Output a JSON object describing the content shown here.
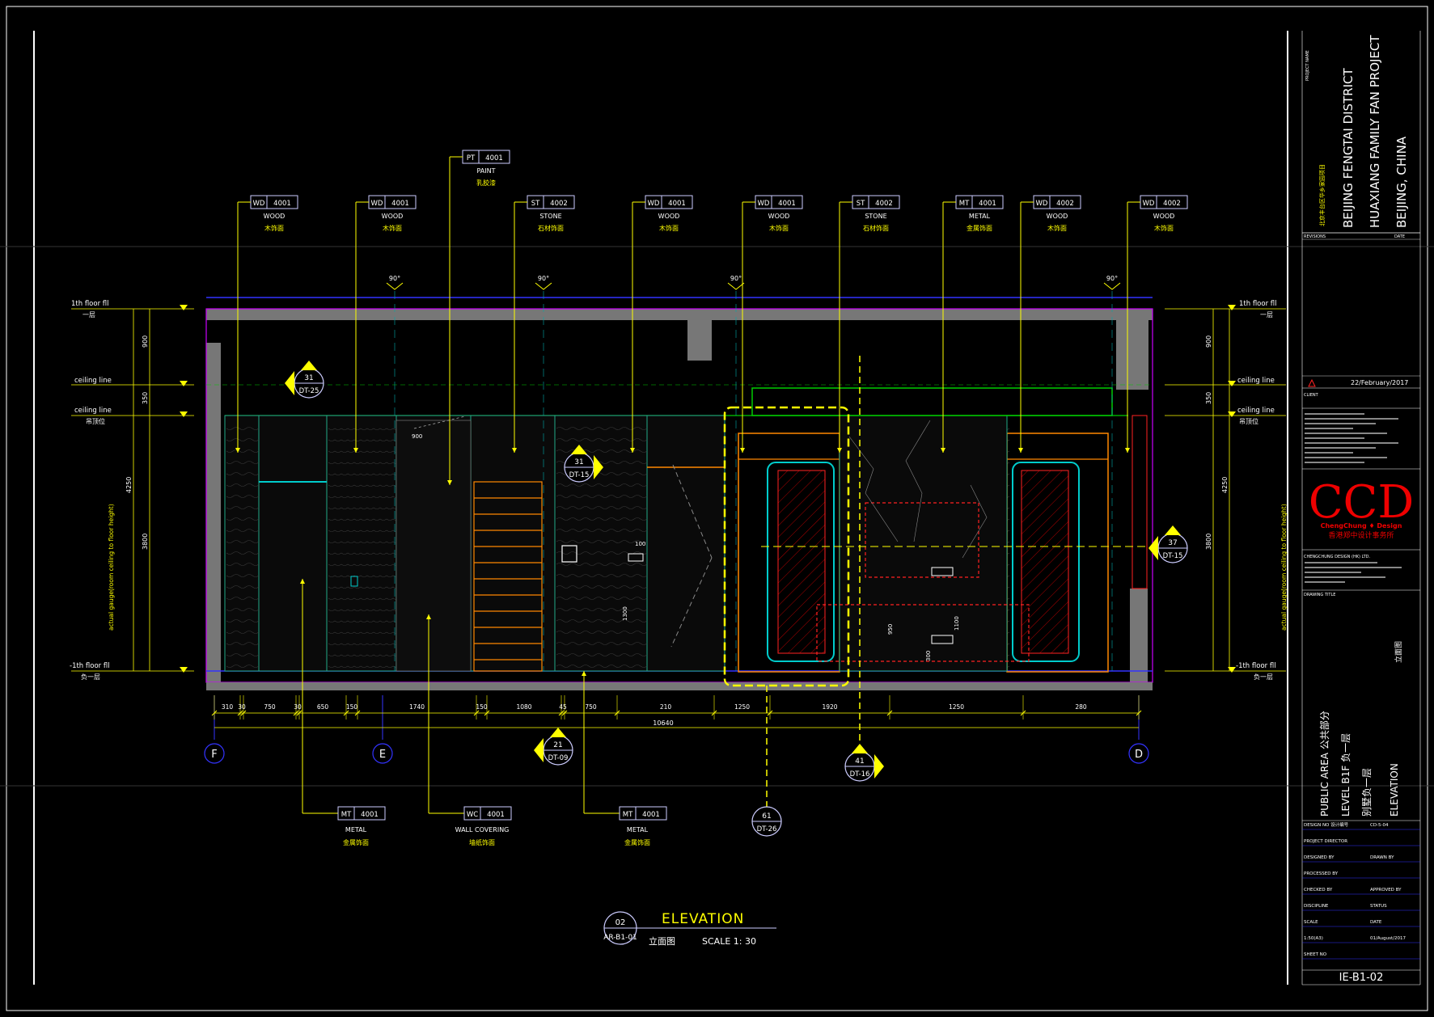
{
  "callouts_top": [
    {
      "code": "WD",
      "num": "4001",
      "en": "WOOD",
      "zh": "木饰面"
    },
    {
      "code": "WD",
      "num": "4001",
      "en": "WOOD",
      "zh": "木饰面"
    },
    {
      "code": "PT",
      "num": "4001",
      "en": "PAINT",
      "zh": "乳胶漆"
    },
    {
      "code": "ST",
      "num": "4002",
      "en": "STONE",
      "zh": "石材饰面"
    },
    {
      "code": "WD",
      "num": "4001",
      "en": "WOOD",
      "zh": "木饰面"
    },
    {
      "code": "WD",
      "num": "4001",
      "en": "WOOD",
      "zh": "木饰面"
    },
    {
      "code": "ST",
      "num": "4002",
      "en": "STONE",
      "zh": "石材饰面"
    },
    {
      "code": "MT",
      "num": "4001",
      "en": "METAL",
      "zh": "金属饰面"
    },
    {
      "code": "WD",
      "num": "4002",
      "en": "WOOD",
      "zh": "木饰面"
    },
    {
      "code": "WD",
      "num": "4002",
      "en": "WOOD",
      "zh": "木饰面"
    }
  ],
  "callouts_bottom": [
    {
      "code": "MT",
      "num": "4001",
      "en": "METAL",
      "zh": "金属饰面"
    },
    {
      "code": "WC",
      "num": "4001",
      "en": "WALL COVERING",
      "zh": "墙纸饰面"
    },
    {
      "code": "MT",
      "num": "4001",
      "en": "METAL",
      "zh": "金属饰面"
    }
  ],
  "angle_label": "90°",
  "levels": {
    "floor_1f": "1th floor fll",
    "floor_1f_zh": "一层",
    "ceiling": "ceiling line",
    "ceiling_zh": "吊顶位",
    "floor_b1": "-1th floor fll",
    "floor_b1_zh": "负一层"
  },
  "vertical_dims_left": [
    "900",
    "350",
    "4250",
    "3800"
  ],
  "vertical_note": "actual gauge(room ceiling to floor height)",
  "horizontal_dims": [
    "310",
    "30",
    "750",
    "30",
    "650",
    "150",
    "1740",
    "150",
    "1080",
    "45",
    "750",
    "210",
    "1250",
    "1920",
    "1250",
    "280"
  ],
  "total_dim": "10640",
  "grid_axes": [
    "F",
    "E",
    "D"
  ],
  "detail_markers": [
    {
      "num": "31",
      "ref": "DT-25"
    },
    {
      "num": "31",
      "ref": "DT-15"
    },
    {
      "num": "37",
      "ref": "DT-15"
    },
    {
      "num": "21",
      "ref": "DT-09"
    },
    {
      "num": "41",
      "ref": "DT-16"
    },
    {
      "num": "61",
      "ref": "DT-26"
    }
  ],
  "inner_dims": [
    "900",
    "1300",
    "100",
    "950",
    "1100",
    "300"
  ],
  "drawing_title": {
    "num": "02",
    "ref": "AR-B1-01",
    "label": "ELEVATION",
    "label_zh": "立面图",
    "scale": "SCALE  1:  30"
  },
  "title_block": {
    "project_name": "PROJECT NAME",
    "project_line1": "BEIJING FENGTAI DISTRICT",
    "project_line2": "HUAXIANG FAMILY FAN PROJECT",
    "project_line3": "BEIJING, CHINA",
    "project_zh": "北京丰台区华乡家园项目",
    "revisions": "REVISIONS",
    "date_label": "DATE",
    "rev_date": "22/February/2017",
    "client": "CLIENT",
    "logo": "CCD",
    "logo_sub": "ChengChung ♦ Design",
    "logo_zh": "香港郑中设计事务所",
    "company": "CHENGCHUNG DESIGN (HK) LTD.",
    "drawing_title_label": "DRAWING TITLE",
    "area": "PUBLIC AREA  公共部分",
    "level": "LEVEL B1F 负一层",
    "level2": "别墅负一层",
    "sheet_title": "ELEVATION",
    "sheet_title_zh": "立面图",
    "design_no_label": "DESIGN NO 设计编号",
    "design_no": "CD-5-04",
    "project_director": "PROJECT DIRECTOR",
    "designed_by": "DESIGNED BY",
    "drawn_by": "DRAWN BY",
    "processed_by": "PROCESSED BY",
    "checked_by": "CHECKED BY",
    "approved_by": "APPROVED BY",
    "discipline": "DISCIPLINE",
    "status": "STATUS",
    "scale_label": "SCALE",
    "scale": "1:50(A3)",
    "date2": "01/August/2017",
    "sheet_no_label": "SHEET NO",
    "sheet_no": "IE-B1-02"
  }
}
